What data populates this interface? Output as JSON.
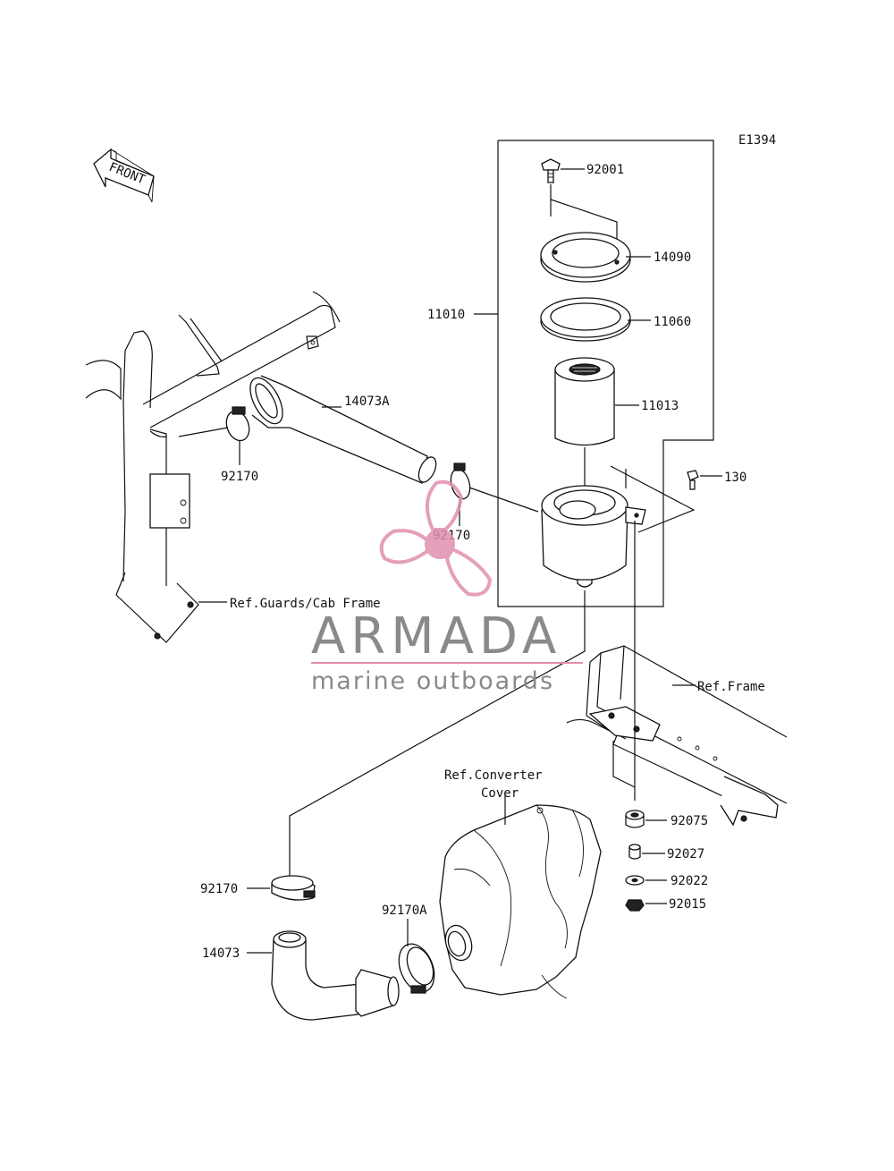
{
  "diagram_code": "E1394",
  "front_label": "FRONT",
  "parts": {
    "p92001": "92001",
    "p14090": "14090",
    "p11010": "11010",
    "p11060": "11060",
    "p11013": "11013",
    "p14073A": "14073A",
    "p130": "130",
    "p92170_left": "92170",
    "p92170_mid": "92170",
    "p92170_bottom": "92170",
    "p92170A": "92170A",
    "p14073": "14073",
    "p92075": "92075",
    "p92027": "92027",
    "p92022": "92022",
    "p92015": "92015"
  },
  "refs": {
    "guards": "Ref.Guards/Cab Frame",
    "frame": "Ref.Frame",
    "converter_line1": "Ref.Converter",
    "converter_line2": "Cover"
  },
  "watermark": {
    "brand": "ARMADA",
    "tagline": "marine outboards",
    "brand_color": "#8a8a8a",
    "logo_color": "#e08fb0"
  }
}
